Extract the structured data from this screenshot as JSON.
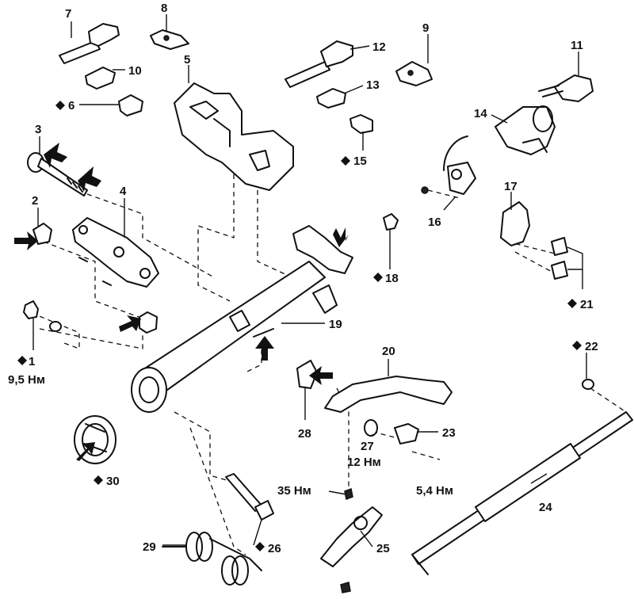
{
  "diagram": {
    "labels": {
      "l1": "1",
      "l2": "2",
      "l3": "3",
      "l4": "4",
      "l5": "5",
      "l6": "6",
      "l7": "7",
      "l8": "8",
      "l9": "9",
      "l10": "10",
      "l11": "11",
      "l12": "12",
      "l13": "13",
      "l14": "14",
      "l15": "15",
      "l16": "16",
      "l17": "17",
      "l18": "18",
      "l19": "19",
      "l20": "20",
      "l21": "21",
      "l22": "22",
      "l23": "23",
      "l24": "24",
      "l25": "25",
      "l26": "26",
      "l27": "27",
      "l28": "28",
      "l29": "29",
      "l30": "30"
    },
    "torques": {
      "t1": "9,5 Нм",
      "t27": "12 Нм",
      "t23": "5,4 Нм",
      "t25": "35 Нм"
    }
  }
}
